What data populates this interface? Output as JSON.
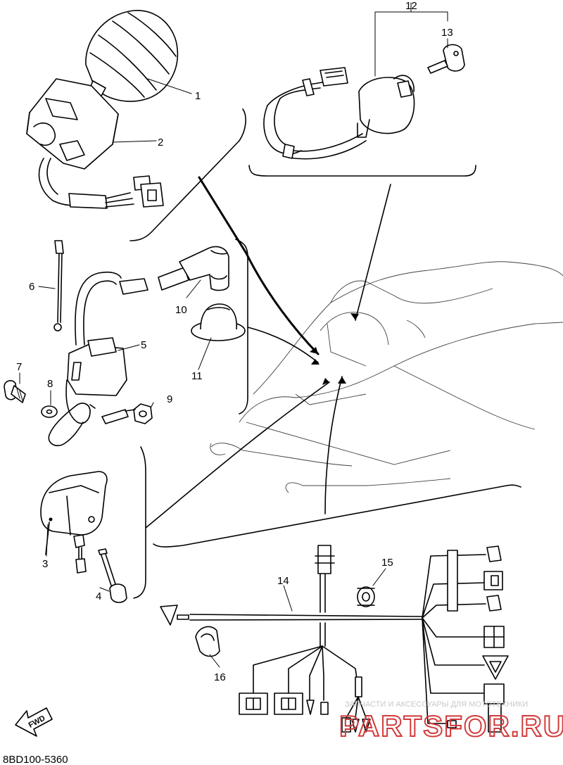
{
  "diagram": {
    "callouts": [
      {
        "id": "1",
        "text": "1"
      },
      {
        "id": "2",
        "text": "2"
      },
      {
        "id": "3",
        "text": "3"
      },
      {
        "id": "4",
        "text": "4"
      },
      {
        "id": "5",
        "text": "5"
      },
      {
        "id": "6",
        "text": "6"
      },
      {
        "id": "7",
        "text": "7"
      },
      {
        "id": "8",
        "text": "8"
      },
      {
        "id": "9",
        "text": "9"
      },
      {
        "id": "10",
        "text": "10"
      },
      {
        "id": "11",
        "text": "11"
      },
      {
        "id": "12",
        "text": "12"
      },
      {
        "id": "13",
        "text": "13"
      },
      {
        "id": "14",
        "text": "14"
      },
      {
        "id": "15",
        "text": "15"
      },
      {
        "id": "16",
        "text": "16"
      }
    ],
    "direction_label": "FWD",
    "drawing_code": "8BD100-5360",
    "watermark": {
      "line1": "ЗАПЧАСТИ И АКСЕССУАРЫ ДЛЯ МОТОТЕХНИКИ",
      "line2": "PARTSFOR.RU"
    },
    "colors": {
      "ink": "#000000",
      "background": "#ffffff",
      "watermark_text": "#c8c8c8",
      "watermark_logo": "#d23a3a"
    }
  }
}
